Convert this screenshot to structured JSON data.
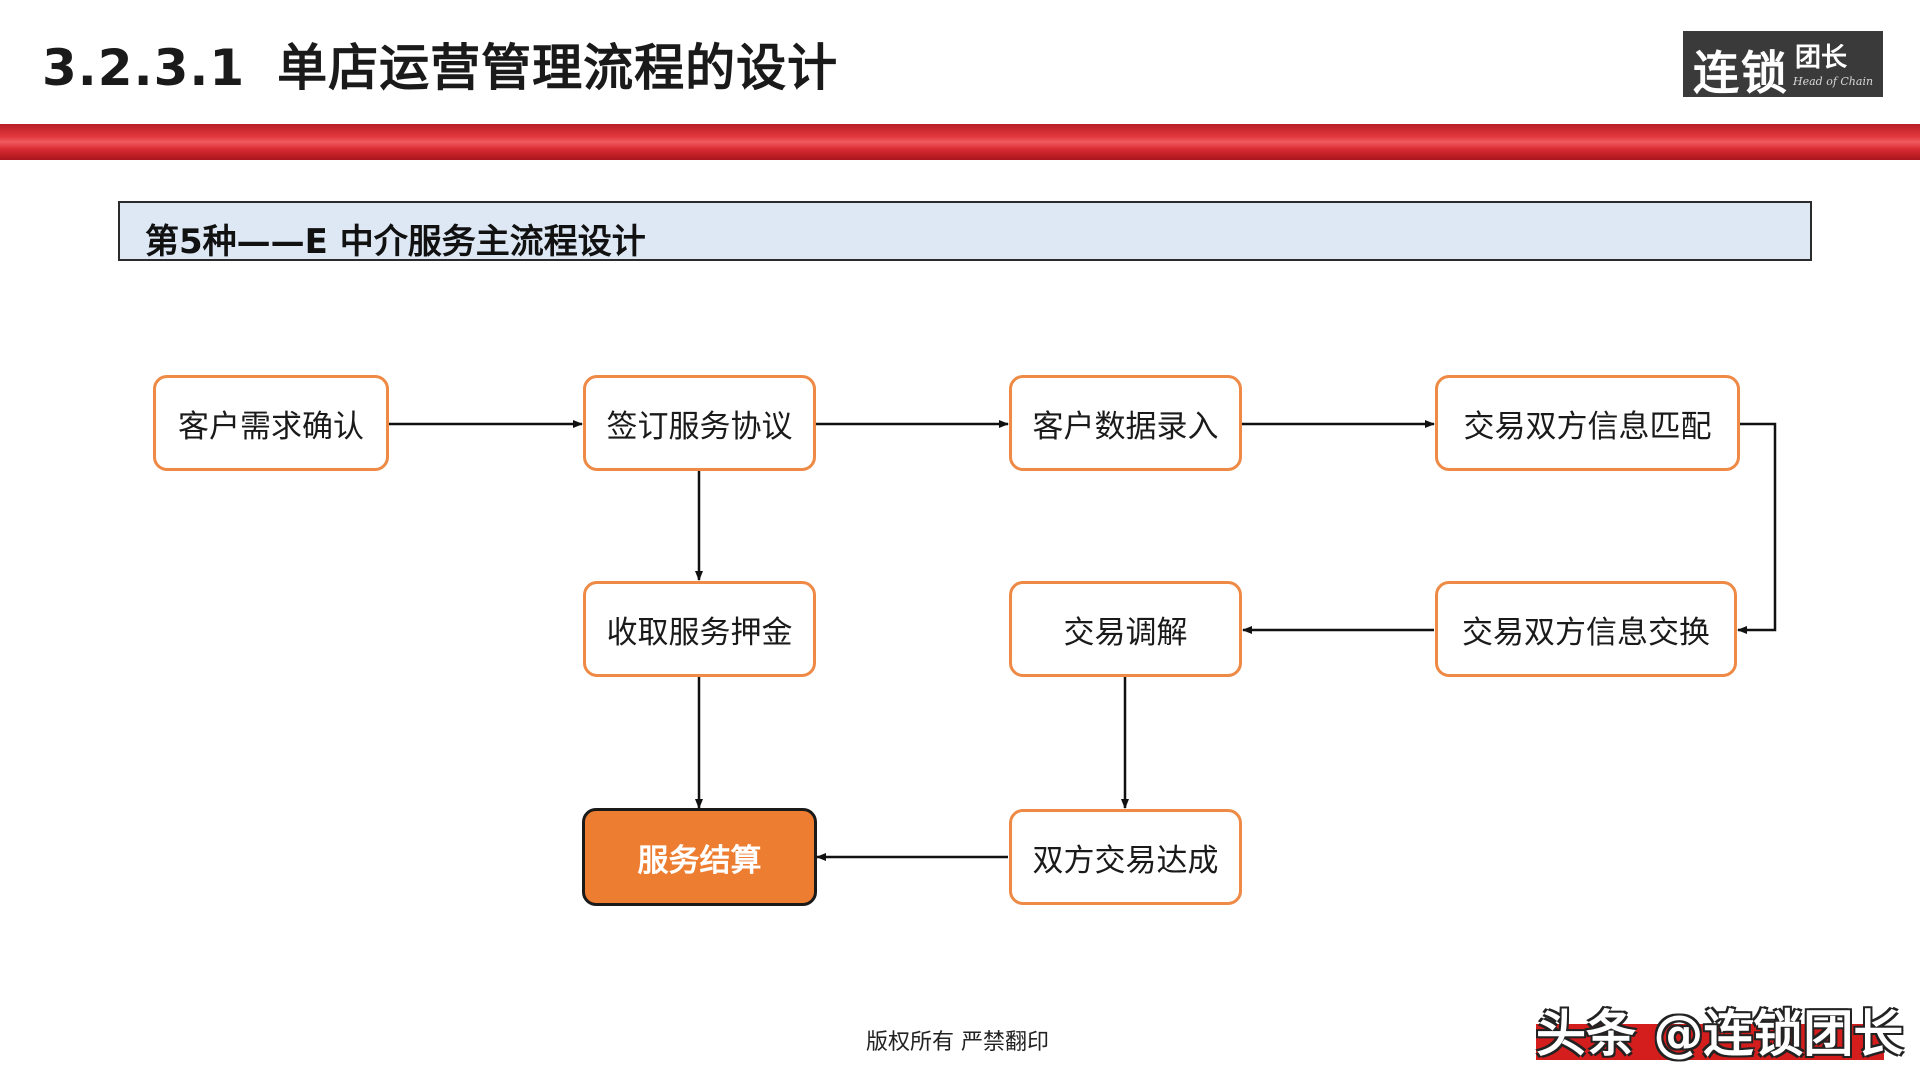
{
  "header": {
    "section_number": "3.2.3.1",
    "title": "单店运营管理流程的设计"
  },
  "logo": {
    "main": "连锁",
    "side": "团长",
    "english": "Head of Chain"
  },
  "section": {
    "subtitle": "第5种——E 中介服务主流程设计"
  },
  "flow": {
    "nodes": {
      "confirm": "客户需求确认",
      "sign": "签订服务协议",
      "entry": "客户数据录入",
      "match": "交易双方信息匹配",
      "deposit": "收取服务押金",
      "mediate": "交易调解",
      "exchange": "交易双方信息交换",
      "settle": "服务结算",
      "deal": "双方交易达成"
    }
  },
  "footer": {
    "copyright": "版权所有  严禁翻印"
  },
  "watermark": {
    "text": "头条 @连锁团长"
  },
  "colors": {
    "box_border": "#ee8a45",
    "highlight_fill": "#ed7d31",
    "header_band": "#d92b32",
    "section_fill": "#dde8f4"
  }
}
